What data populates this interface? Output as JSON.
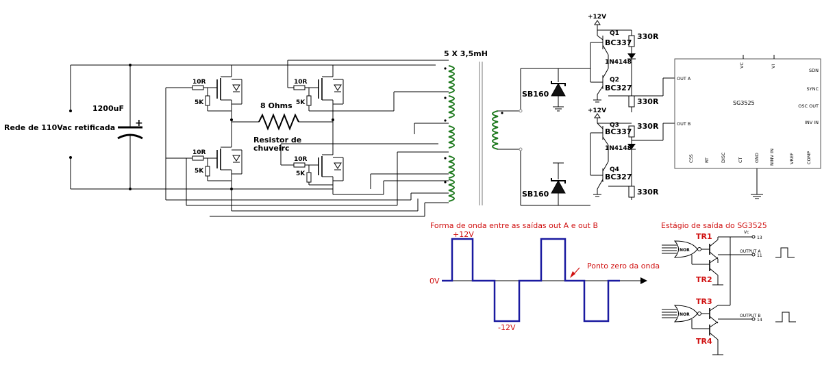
{
  "labels": {
    "input": "Rede de 110Vac retificada",
    "capacitor": "1200uF",
    "resistor_10r": "10R",
    "resistor_5k": "5K",
    "load_value": "8 Ohms",
    "load_name_1": "Resistor de",
    "load_name_2": "chuveirc",
    "transformer": "5 X 3,5mH",
    "diode_sb": "SB160",
    "supply": "+12V",
    "q1": "Q1",
    "q2": "Q2",
    "q3": "Q3",
    "q4": "Q4",
    "bc337": "BC337",
    "bc327": "BC327",
    "diode_small": "1N4148",
    "r330": "330R"
  },
  "chip": {
    "name": "SG3525",
    "left_pins": [
      "OUT A",
      "OUT B"
    ],
    "top_pins": [
      "VC",
      "VI"
    ],
    "right_pins": [
      "SDN",
      "SYNC",
      "OSC OUT",
      "INV IN"
    ],
    "bottom_pins": [
      "CSS",
      "RT",
      "DISC",
      "CT",
      "GND",
      "NINV IN",
      "VREF",
      "COMP"
    ]
  },
  "waveform": {
    "title": "Forma de onda entre as saídas out A e out B",
    "pos_label": "+12V",
    "zero_label": "0V",
    "neg_label": "-12V",
    "zero_note": "Ponto zero da onda",
    "colors": {
      "wave": "#1a1aa0",
      "annot": "#d01010"
    }
  },
  "output_stage": {
    "title": "Estágio de saída do SG3525",
    "tr1": "TR1",
    "tr2": "TR2",
    "tr3": "TR3",
    "tr4": "TR4",
    "gate": "NOR",
    "vc": "Vc",
    "pin13": "13",
    "out_a": "OUTPUT A",
    "pin11": "11",
    "out_b": "OUTPUT B",
    "pin14": "14"
  }
}
